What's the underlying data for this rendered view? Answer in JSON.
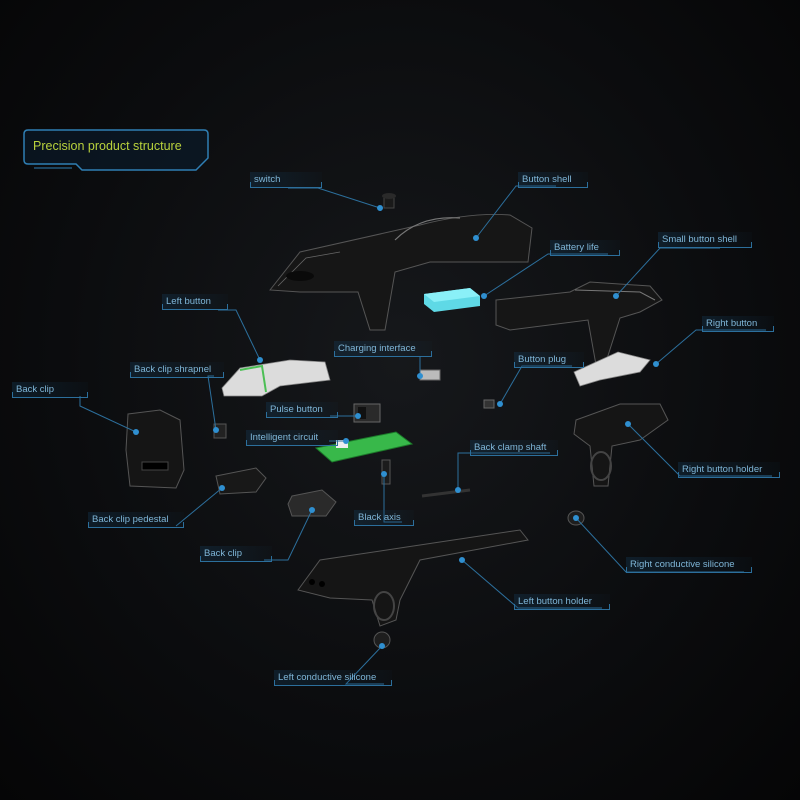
{
  "title": "Precision product structure",
  "parts": {
    "switch": "switch",
    "button_shell": "Button shell",
    "battery_life": "Battery life",
    "small_button_shell": "Small button shell",
    "left_button": "Left button",
    "right_button": "Right button",
    "back_clip_shrapnel": "Back clip shrapnel",
    "charging_interface": "Charging interface",
    "button_plug": "Button plug",
    "back_clip": "Back clip",
    "pulse_button": "Pulse button",
    "intelligent_circuit": "Intelligent circuit",
    "back_clamp_shaft": "Back clamp shaft",
    "right_button_holder": "Right button holder",
    "back_clip_pedestal": "Back clip pedestal",
    "black_axis": "Black axis",
    "back_clip_lower": "Back clip",
    "right_conductive_silicone": "Right conductive silicone",
    "left_button_holder": "Left button holder",
    "left_conductive_silicone": "Left conductive silicone"
  },
  "colors": {
    "accent_line": "#2c6f9c",
    "label_text": "#7fb6d8",
    "title_text": "#b9d23c",
    "battery": "#5fd9e6",
    "circuit_board": "#38b84a"
  }
}
